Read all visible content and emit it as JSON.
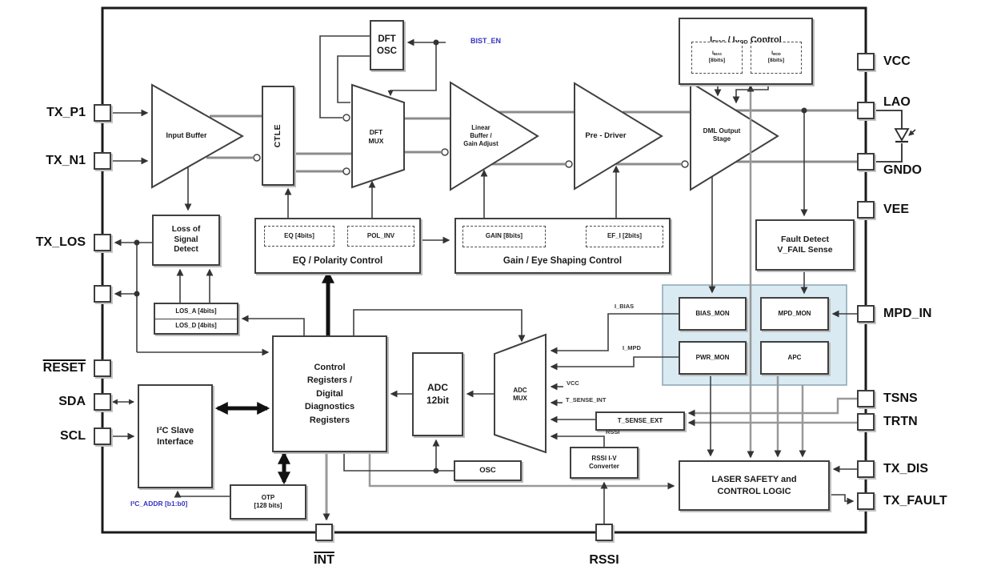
{
  "colors": {
    "wire_dark": "#3f3f3f",
    "wire_gray": "#8c8c8c",
    "bold_black": "#111111",
    "panel_blue": "#d9eaf2",
    "blue_text": "#3434c0",
    "chip_border": "#1a1a1a"
  },
  "pins": {
    "left": [
      {
        "label": "TX_P1"
      },
      {
        "label": "TX_N1"
      },
      {
        "label": "TX_LOS"
      },
      {
        "label": ""
      },
      {
        "label": "RESET"
      },
      {
        "label": "SDA"
      },
      {
        "label": "SCL"
      }
    ],
    "right": [
      {
        "label": "VCC"
      },
      {
        "label": "LAO"
      },
      {
        "label": "GNDO"
      },
      {
        "label": "VEE"
      },
      {
        "label": "MPD_IN"
      },
      {
        "label": "TSNS"
      },
      {
        "label": "TRTN"
      },
      {
        "label": "TX_DIS"
      },
      {
        "label": "TX_FAULT"
      }
    ],
    "bottom": [
      {
        "label": "INT"
      },
      {
        "label": "RSSI"
      }
    ]
  },
  "blocks": {
    "input_buffer": {
      "label": "Input Buffer"
    },
    "ctle": {
      "label": "CTLE"
    },
    "dft_osc": {
      "label": "DFT\nOSC"
    },
    "dft_mux": {
      "label": "DFT\nMUX"
    },
    "linear_buffer": {
      "label": "Linear\nBuffer /\nGain Adjust"
    },
    "pre_driver": {
      "label": "Pre - Driver"
    },
    "dml_output": {
      "label": "DML Output\nStage"
    },
    "ibias_imod": {
      "title": {
        "i1": "I",
        "s1": "BIAS",
        "mid": " / I",
        "s2": "MOD",
        "end": " Control"
      },
      "reg1": {
        "i": "I",
        "s": "BIAS",
        "bits": "[8bits]"
      },
      "reg2": {
        "i": "I",
        "s": "MOD",
        "bits": "[8bits]"
      }
    },
    "loss_of_signal": {
      "label": "Loss of\nSignal\nDetect"
    },
    "los_a": {
      "label": "LOS_A [4bits]"
    },
    "los_d": {
      "label": "LOS_D [4bits]"
    },
    "eq_polarity": {
      "title": "EQ / Polarity Control",
      "reg1": "EQ [4bits]",
      "reg2": "POL_INV"
    },
    "gain_eye": {
      "title": "Gain / Eye Shaping Control",
      "reg1": "GAIN [8bits]",
      "reg2": "EF_I [2bits]"
    },
    "fault_detect": {
      "label": "Fault Detect\nV_FAIL Sense"
    },
    "bias_mon": {
      "label": "BIAS_MON"
    },
    "mpd_mon": {
      "label": "MPD_MON"
    },
    "pwr_mon": {
      "label": "PWR_MON"
    },
    "apc": {
      "label": "APC"
    },
    "control_registers": {
      "label": "Control\nRegisters /\nDigital\nDiagnostics\nRegisters"
    },
    "adc": {
      "label": "ADC\n12bit"
    },
    "adc_mux": {
      "label": "ADC\nMUX"
    },
    "osc": {
      "label": "OSC"
    },
    "i2c_slave": {
      "label": "I²C Slave\nInterface"
    },
    "otp": {
      "label": "OTP\n[128 bits]"
    },
    "t_sense_ext": {
      "label": "T_SENSE_EXT"
    },
    "rssi_iv": {
      "label": "RSSI I-V\nConverter"
    },
    "laser_safety": {
      "label": "LASER SAFETY and\nCONTROL LOGIC"
    }
  },
  "signals": {
    "bist_en": "BIST_EN",
    "i_bias": "I_BIAS",
    "i_mpd": "I_MPD",
    "vcc": "VCC",
    "t_sense_int": "T_SENSE_INT",
    "rssi": "RSSI",
    "i2c_addr": "I²C_ADDR [b1:b0]"
  }
}
